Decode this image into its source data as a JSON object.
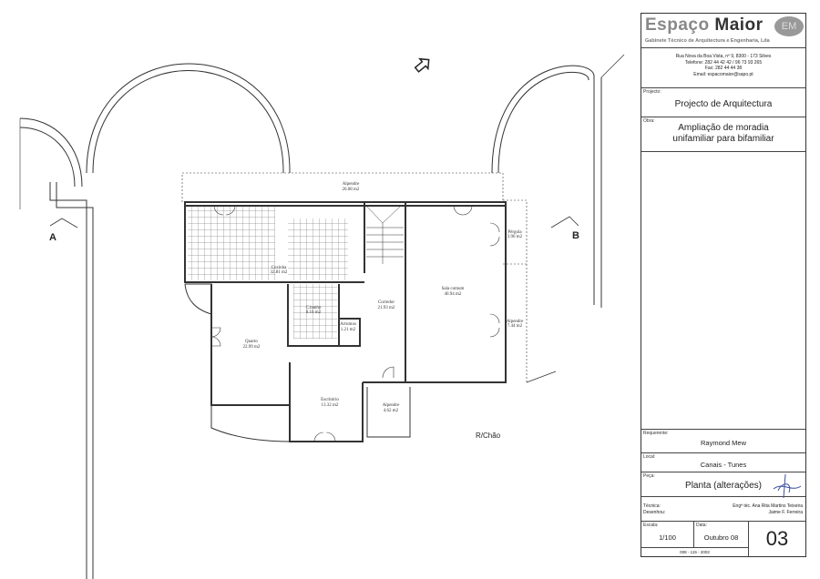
{
  "plan": {
    "rooms": [
      {
        "name": "Alpendre",
        "area": "26.08 m2"
      },
      {
        "name": "Cozinha",
        "area": "32.81 m2"
      },
      {
        "name": "C.banho",
        "area": "8.16 m2"
      },
      {
        "name": "Arrumos",
        "area": "1.21 m2"
      },
      {
        "name": "Corredor",
        "area": "21.93 m2"
      },
      {
        "name": "Sala comum",
        "area": "40.94 m2"
      },
      {
        "name": "Pérgola",
        "area": "3.96 m2"
      },
      {
        "name": "Alpendre",
        "area": "7.44 m2"
      },
      {
        "name": "Quarto",
        "area": "22.99 m2"
      },
      {
        "name": "Escritório",
        "area": "13.32 m2"
      },
      {
        "name": "Alpendre",
        "area": "4.62 m2"
      }
    ],
    "floor_label": "R/Chão",
    "section_a": "A",
    "section_b": "B"
  },
  "title_block": {
    "company_word1": "Espaço",
    "company_word2": "Maior",
    "logo_initials": "EM",
    "company_subtitle": "Gabinete Técnico de Arquitectura e Engenharia, Lda",
    "address": "Rua Nova da Boa Vista, nº 9, 8300 - 173 Silves",
    "phone": "Telefone: 282 44 42 42 / 96 73 93 265",
    "fax": "Fax: 282 44 44 38",
    "email": "Email: espacomaior@sapo.pt",
    "projecto_label": "Projecto:",
    "projecto": "Projecto de Arquitectura",
    "obra_label": "Obra:",
    "obra_line1": "Ampliação de moradia",
    "obra_line2": "unifamiliar para bifamiliar",
    "requerente_label": "Requerente:",
    "requerente": "Raymond Mew",
    "local_label": "Local:",
    "local": "Canais - Tunes",
    "peca_label": "Peça:",
    "peca": "Planta (alterações)",
    "tecnica_label": "Técnica:",
    "tecnica": "Engª téc. Ana Rita Martins Teixeira",
    "desenhou_label": "Desenhou:",
    "desenhou": "Jaime F. Ferreira",
    "escala_label": "Escala:",
    "escala": "1/100",
    "data_label": "Data:",
    "data": "Outubro 08",
    "sheet_number": "03",
    "reference": "008 - 115 - 2002"
  }
}
